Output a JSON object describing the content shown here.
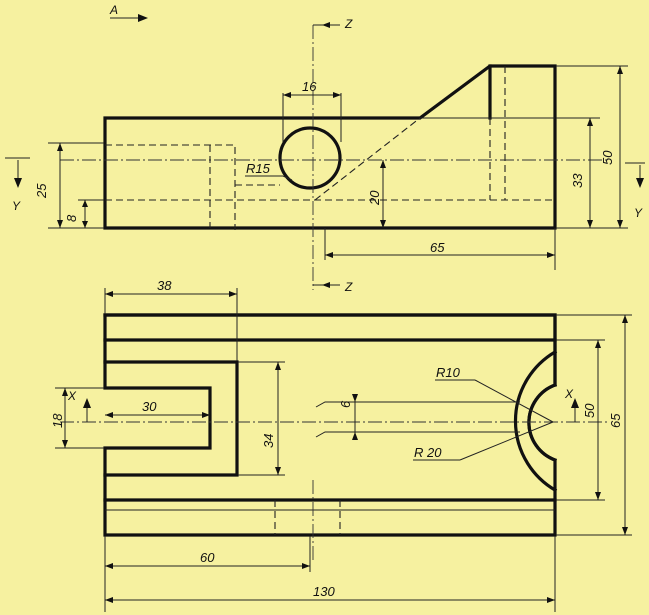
{
  "view_labels": {
    "view_a": "A",
    "section_z_top": "Z",
    "section_z_bottom": "Z",
    "section_y_left": "Y",
    "section_y_right": "Y",
    "section_x_left": "X",
    "section_x_right": "X"
  },
  "front_view_dims": {
    "hole_diameter": "16",
    "hole_radius": "R15",
    "height_left": "25",
    "base_offset": "8",
    "center_height": "20",
    "right_inner": "33",
    "right_total": "50",
    "right_offset": "65"
  },
  "top_view_dims": {
    "slot_width": "38",
    "slot_height": "18",
    "slot_depth": "30",
    "slot_span": "34",
    "slot_gap": "6",
    "arc_small": "R10",
    "arc_large": "R 20",
    "right_inner": "50",
    "right_total": "65",
    "offset_60": "60",
    "overall_length": "130"
  }
}
